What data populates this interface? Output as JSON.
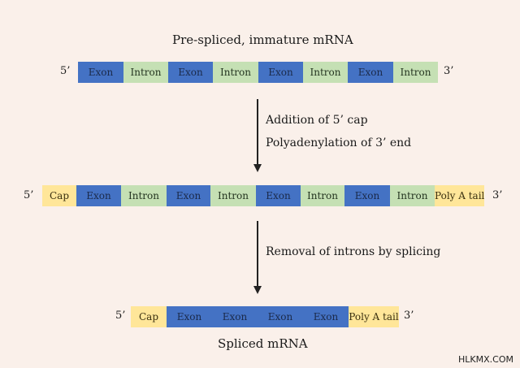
{
  "top": {
    "title": "Pre-spliced, immature mRNA",
    "five_prime": "5’",
    "three_prime": "3’",
    "segments": [
      "Exon",
      "Intron",
      "Exon",
      "Intron",
      "Exon",
      "Intron",
      "Exon",
      "Intron"
    ]
  },
  "step1": {
    "line1": "Addition of 5’ cap",
    "line2": "Polyadenylation of 3’ end"
  },
  "middle": {
    "five_prime": "5’",
    "three_prime": "3’",
    "cap": "Cap",
    "segments": [
      "Exon",
      "Intron",
      "Exon",
      "Intron",
      "Exon",
      "Intron",
      "Exon",
      "Intron"
    ],
    "tail": "Poly A tail"
  },
  "step2": {
    "line1": "Removal of introns by splicing"
  },
  "bottom": {
    "five_prime": "5’",
    "three_prime": "3’",
    "cap": "Cap",
    "segments": [
      "Exon",
      "Exon",
      "Exon",
      "Exon"
    ],
    "tail": "Poly A tail",
    "title": "Spliced mRNA"
  },
  "watermark": "HLKMX.COM",
  "colors": {
    "background": "#faf0ea",
    "exon": "#4472c4",
    "intron": "#c5e0b4",
    "cap_tail": "#ffe699"
  }
}
